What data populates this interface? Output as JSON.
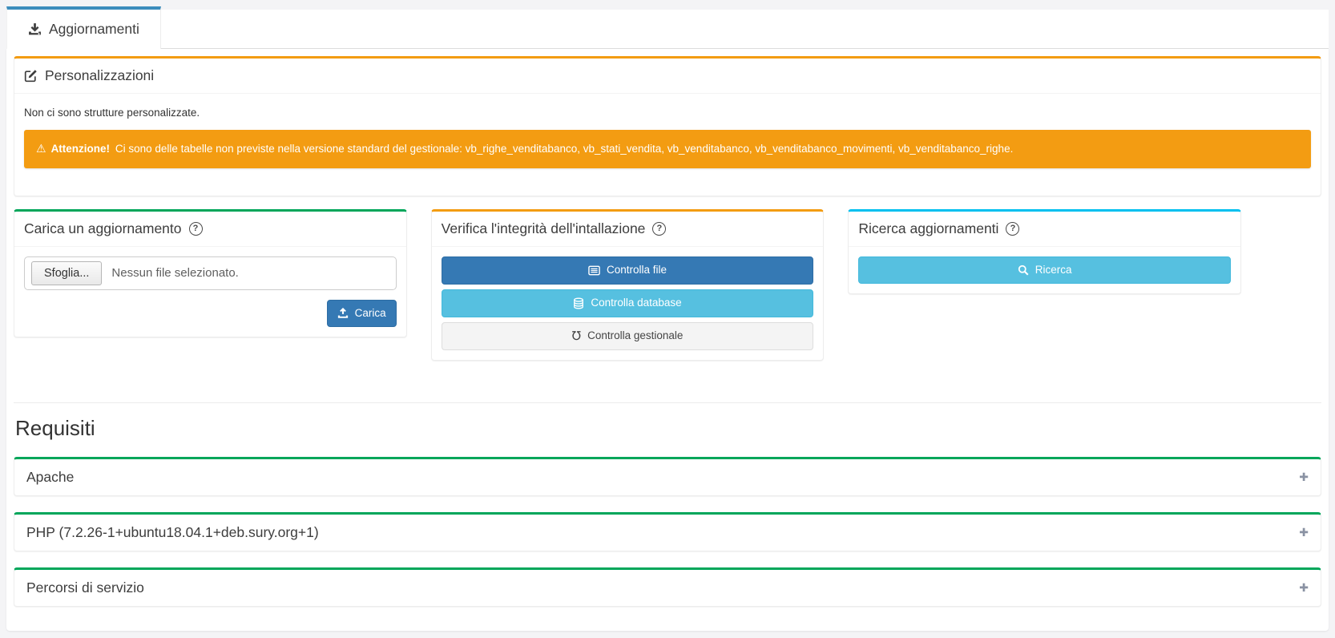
{
  "tabs": {
    "aggiornamenti": "Aggiornamenti"
  },
  "personalizzazioni": {
    "title": "Personalizzazioni",
    "empty_message": "Non ci sono strutture personalizzate.",
    "alert_bold": "Attenzione!",
    "alert_text": "Ci sono delle tabelle non previste nella versione standard del gestionale: vb_righe_venditabanco, vb_stati_vendita, vb_venditabanco, vb_venditabanco_movimenti, vb_venditabanco_righe."
  },
  "upload_panel": {
    "title": "Carica un aggiornamento",
    "browse_button": "Sfoglia...",
    "no_file_text": "Nessun file selezionato.",
    "upload_button": "Carica"
  },
  "verify_panel": {
    "title": "Verifica l'integrità dell'intallazione",
    "buttons": [
      {
        "label": "Controlla file"
      },
      {
        "label": "Controlla database"
      },
      {
        "label": "Controlla gestionale"
      }
    ]
  },
  "search_panel": {
    "title": "Ricerca aggiornamenti",
    "search_button": "Ricerca"
  },
  "requisiti": {
    "heading": "Requisiti",
    "sections": [
      {
        "label": "Apache"
      },
      {
        "label": "PHP (7.2.26-1+ubuntu18.04.1+deb.sury.org+1)"
      },
      {
        "label": "Percorsi di servizio"
      }
    ]
  },
  "icons": {
    "question_mark": "?",
    "warning": "⚠",
    "plus": "✚",
    "stethoscope": "℧"
  },
  "colors": {
    "tab_accent": "#3c8dbc",
    "warning": "#f39c12",
    "success": "#00a65a",
    "info": "#00c0ef",
    "primary_button": "#3579b4",
    "info_button": "#56c0e0",
    "page_background": "#f4f4f6"
  }
}
